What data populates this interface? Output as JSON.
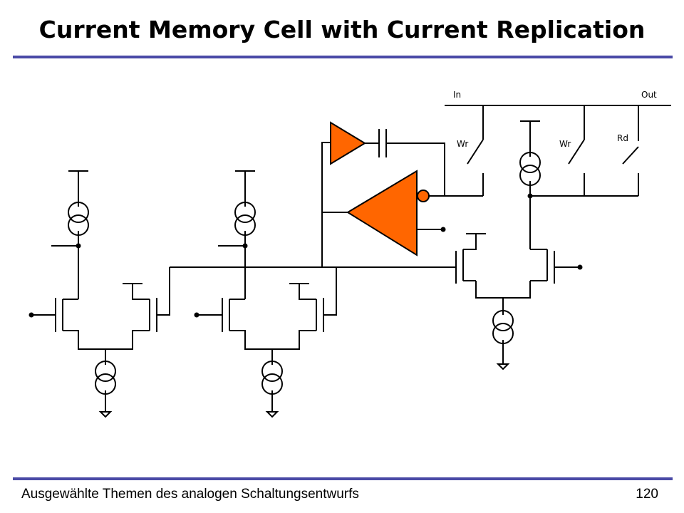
{
  "title": "Current Memory Cell with Current Replication",
  "footer": {
    "text": "Ausgewählte Themen des analogen Schaltungsentwurfs",
    "page_number": "120"
  },
  "schematic": {
    "labels": {
      "in": "In",
      "out": "Out",
      "write_1": "Wr",
      "write_2": "Wr",
      "read": "Rd"
    },
    "colors": {
      "wire": "#000000",
      "amplifier_fill": "#ff6600",
      "rule": "#4a4aa6"
    }
  }
}
